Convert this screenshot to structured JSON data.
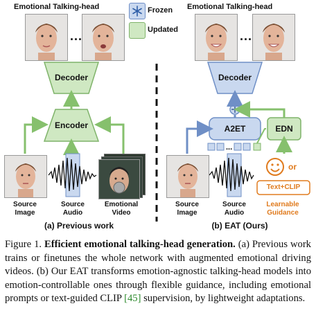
{
  "figure": {
    "left": {
      "header": "Emotional Talking-head",
      "decoder": "Decoder",
      "encoder": "Encoder",
      "inputs": [
        "Source\nImage",
        "Source\nAudio",
        "Emotional\nVideo"
      ],
      "subtitle": "(a) Previous work"
    },
    "right": {
      "header": "Emotional Talking-head",
      "decoder": "Decoder",
      "a2et": "A2ET",
      "edn": "EDN",
      "inputs": [
        "Source\nImage",
        "Source\nAudio"
      ],
      "or_text": "or",
      "clip_text": "Text+CLIP",
      "guidance": "Learnable\nGuidance",
      "subtitle": "(b) EAT (Ours)"
    },
    "legend": {
      "frozen": "Frozen",
      "updated": "Updated"
    },
    "ellipsis": "..."
  },
  "caption": {
    "label": "Figure 1.",
    "title": "Efficient emotional talking-head generation.",
    "text_a": "(a) Previous work trains or finetunes the whole network with augmented emotional driving videos. (b) Our EAT transforms emotion-agnostic talking-head models into emotion-controllable ones through flexible guidance, including emotional prompts or text-guided CLIP",
    "cite": "[45]",
    "text_b": "supervision, by lightweight adaptations."
  },
  "colors": {
    "frozen_fill": "#c9d8ef",
    "frozen_stroke": "#6f8fc6",
    "updated_fill": "#cfe8c2",
    "updated_stroke": "#7fb36a",
    "arrow_green": "#86c06d",
    "arrow_blue": "#6f8fc6",
    "guidance_orange": "#e07b1e",
    "citation_green": "#2d8a2d"
  }
}
